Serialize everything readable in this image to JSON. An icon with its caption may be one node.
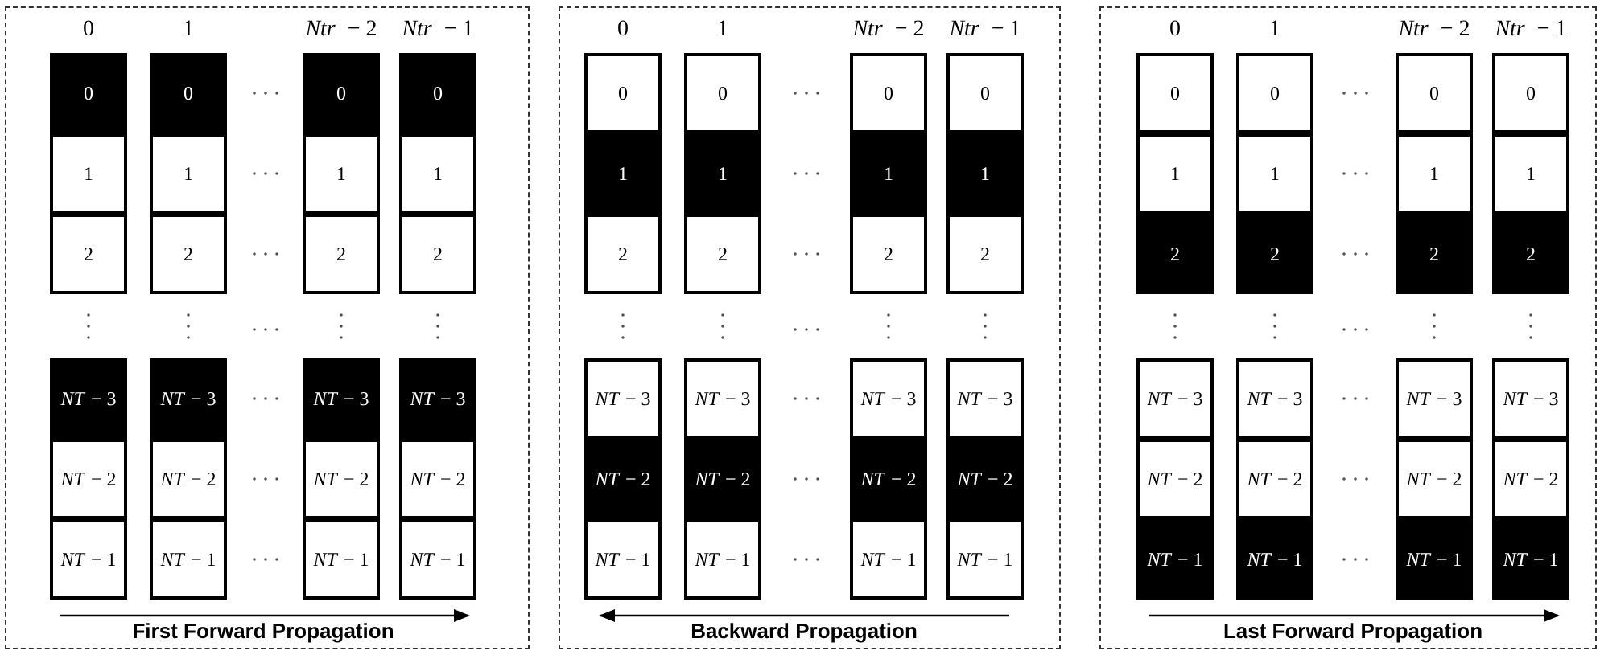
{
  "diagram": {
    "nodes": [
      {
        "text": [
          "First Forward Propagation"
        ]
      },
      {
        "text": [
          "0"
        ],
        "in": 0
      },
      {
        "text": [
          "0"
        ],
        "in": 0
      },
      {
        "text": [
          "0"
        ],
        "in": 0
      },
      {
        "text": [
          "0"
        ],
        "in": 0
      },
      {
        "text": [
          "1"
        ],
        "in": 0
      },
      {
        "text": [
          "1"
        ],
        "in": 0
      },
      {
        "text": [
          "1"
        ],
        "in": 0
      },
      {
        "text": [
          "1"
        ],
        "in": 0
      },
      {
        "text": [
          "2"
        ],
        "in": 0
      },
      {
        "text": [
          "2"
        ],
        "in": 0
      },
      {
        "text": [
          "2"
        ],
        "in": 0
      },
      {
        "text": [
          "2"
        ],
        "in": 0
      },
      {
        "text": [
          "*NT* − 3"
        ],
        "in": 0
      },
      {
        "text": [
          "*NT* − 3"
        ],
        "in": 0
      },
      {
        "text": [
          "*NT* − 3"
        ],
        "in": 0
      },
      {
        "text": [
          "*NT* − 3"
        ],
        "in": 0
      },
      {
        "text": [
          "*NT* − 2"
        ],
        "in": 0
      },
      {
        "text": [
          "*NT* − 2"
        ],
        "in": 0
      },
      {
        "text": [
          "*NT* − 2"
        ],
        "in": 0
      },
      {
        "text": [
          "*NT* − 2"
        ],
        "in": 0
      },
      {
        "text": [
          "*NT* − 1"
        ],
        "in": 0
      },
      {
        "text": [
          "*NT* − 1"
        ],
        "in": 0
      },
      {
        "text": [
          "*NT* − 1"
        ],
        "in": 0
      },
      {
        "text": [
          "*NT* − 1"
        ],
        "in": 0
      },
      {
        "text": [
          "Backward Propagation"
        ]
      },
      {
        "text": [
          "0"
        ],
        "in": 25
      },
      {
        "text": [
          "0"
        ],
        "in": 25
      },
      {
        "text": [
          "0"
        ],
        "in": 25
      },
      {
        "text": [
          "0"
        ],
        "in": 25
      },
      {
        "text": [
          "1"
        ],
        "in": 25
      },
      {
        "text": [
          "1"
        ],
        "in": 25
      },
      {
        "text": [
          "1"
        ],
        "in": 25
      },
      {
        "text": [
          "1"
        ],
        "in": 25
      },
      {
        "text": [
          "2"
        ],
        "in": 25
      },
      {
        "text": [
          "2"
        ],
        "in": 25
      },
      {
        "text": [
          "2"
        ],
        "in": 25
      },
      {
        "text": [
          "2"
        ],
        "in": 25
      },
      {
        "text": [
          "*NT* − 3"
        ],
        "in": 25
      },
      {
        "text": [
          "*NT* − 3"
        ],
        "in": 25
      },
      {
        "text": [
          "*NT* − 3"
        ],
        "in": 25
      },
      {
        "text": [
          "*NT* − 3"
        ],
        "in": 25
      },
      {
        "text": [
          "*NT* − 2"
        ],
        "in": 25
      },
      {
        "text": [
          "*NT* − 2"
        ],
        "in": 25
      },
      {
        "text": [
          "*NT* − 2"
        ],
        "in": 25
      },
      {
        "text": [
          "*NT* − 2"
        ],
        "in": 25
      },
      {
        "text": [
          "*NT* − 1"
        ],
        "in": 25
      },
      {
        "text": [
          "*NT* − 1"
        ],
        "in": 25
      },
      {
        "text": [
          "*NT* − 1"
        ],
        "in": 25
      },
      {
        "text": [
          "*NT* − 1"
        ],
        "in": 25
      },
      {
        "text": [
          "Last Forward Propagation"
        ]
      },
      {
        "text": [
          "0"
        ],
        "in": 50
      },
      {
        "text": [
          "0"
        ],
        "in": 50
      },
      {
        "text": [
          "0"
        ],
        "in": 50
      },
      {
        "text": [
          "0"
        ],
        "in": 50
      },
      {
        "text": [
          "1"
        ],
        "in": 50
      },
      {
        "text": [
          "1"
        ],
        "in": 50
      },
      {
        "text": [
          "1"
        ],
        "in": 50
      },
      {
        "text": [
          "1"
        ],
        "in": 50
      },
      {
        "text": [
          "2"
        ],
        "in": 50
      },
      {
        "text": [
          "2"
        ],
        "in": 50
      },
      {
        "text": [
          "2"
        ],
        "in": 50
      },
      {
        "text": [
          "2"
        ],
        "in": 50
      },
      {
        "text": [
          "*NT* − 3"
        ],
        "in": 50
      },
      {
        "text": [
          "*NT* − 3"
        ],
        "in": 50
      },
      {
        "text": [
          "*NT* − 3"
        ],
        "in": 50
      },
      {
        "text": [
          "*NT* − 3"
        ],
        "in": 50
      },
      {
        "text": [
          "*NT* − 2"
        ],
        "in": 50
      },
      {
        "text": [
          "*NT* − 2"
        ],
        "in": 50
      },
      {
        "text": [
          "*NT* − 2"
        ],
        "in": 50
      },
      {
        "text": [
          "*NT* − 2"
        ],
        "in": 50
      },
      {
        "text": [
          "*NT* − 1"
        ],
        "in": 50
      },
      {
        "text": [
          "*NT* − 1"
        ],
        "in": 50
      },
      {
        "text": [
          "*NT* − 1"
        ],
        "in": 50
      },
      {
        "text": [
          "*NT* − 1"
        ],
        "in": 50
      }
    ],
    "labels": [
      "0",
      "1",
      "*Ntr* − 2",
      "*Ntr* − 1",
      "0",
      "1",
      "*Ntr* − 2",
      "*Ntr* − 1",
      "0",
      "1",
      "*Ntr* − 2",
      "*Ntr* − 1"
    ]
  }
}
